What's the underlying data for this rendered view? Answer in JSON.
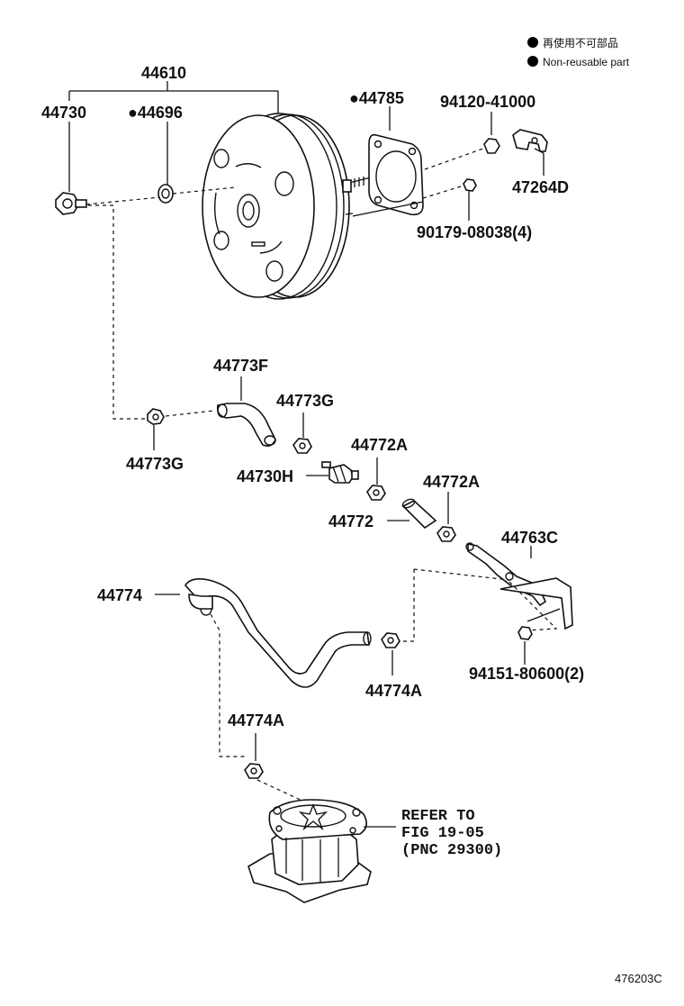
{
  "legend": {
    "bullet_color": "#000000",
    "items": [
      {
        "text": "再使用不可部品"
      },
      {
        "text": "Non-reusable part"
      }
    ]
  },
  "labels": {
    "p44610": "44610",
    "p44730": "44730",
    "p44696": "●44696",
    "p44785": "●44785",
    "p94120": "94120-41000",
    "p47264D": "47264D",
    "p90179": "90179-08038(4)",
    "p44773F": "44773F",
    "p44773G_a": "44773G",
    "p44773G_b": "44773G",
    "p44772A_a": "44772A",
    "p44730H": "44730H",
    "p44772A_b": "44772A",
    "p44772": "44772",
    "p44763C": "44763C",
    "p44774": "44774",
    "p94151": "94151-80600(2)",
    "p44774A_a": "44774A",
    "p44774A_b": "44774A"
  },
  "refer": {
    "line1": "REFER TO",
    "line2": "FIG 19-05",
    "line3": "(PNC 29300)"
  },
  "figure_id": "476203C"
}
